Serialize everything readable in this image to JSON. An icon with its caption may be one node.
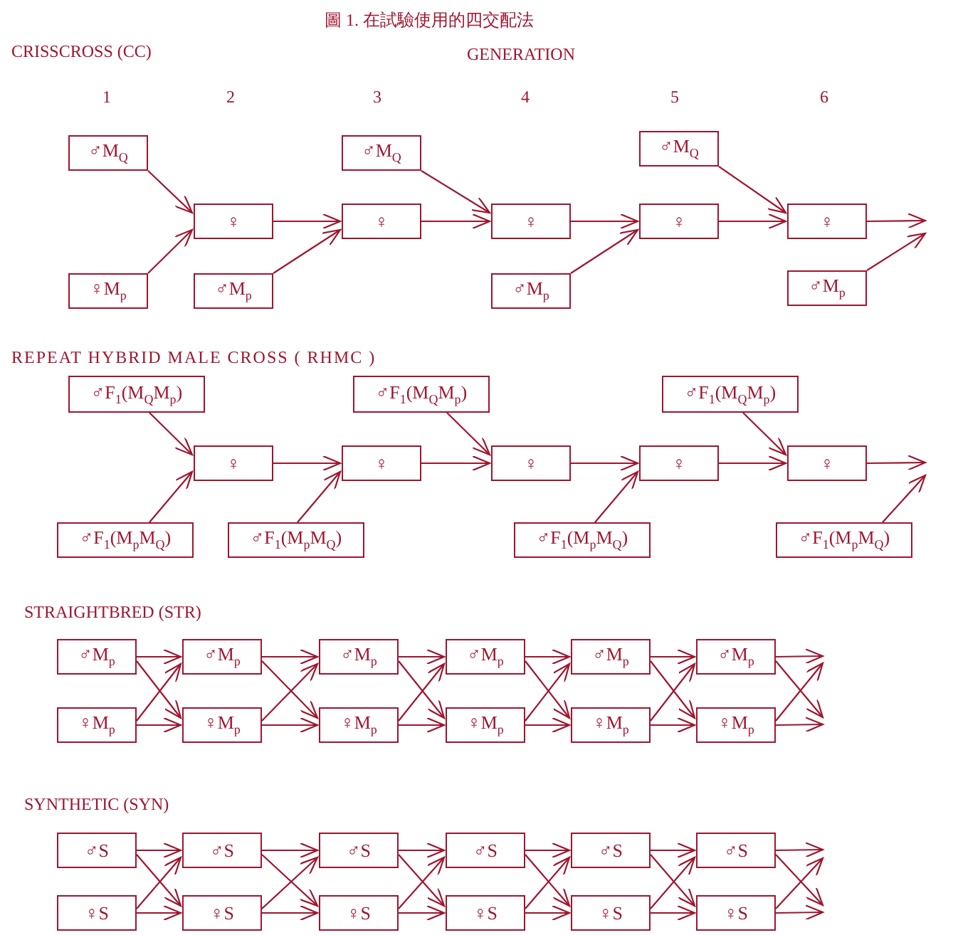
{
  "diagram": {
    "title": "圖 1. 在試驗使用的四交配法",
    "nodes": [
      {
        "text": [
          "♂M$_{Q}$"
        ]
      },
      {
        "text": [
          "♀M$_{p}$"
        ]
      },
      {
        "text": [
          "♀"
        ]
      },
      {
        "text": [
          "♂M$_{p}$"
        ]
      },
      {
        "text": [
          "♂M$_{Q}$"
        ]
      },
      {
        "text": [
          "♀"
        ]
      },
      {
        "text": [
          "♀"
        ]
      },
      {
        "text": [
          "♂M$_{p}$"
        ]
      },
      {
        "text": [
          "♂M$_{Q}$"
        ]
      },
      {
        "text": [
          "♀"
        ]
      },
      {
        "text": [
          "♀"
        ]
      },
      {
        "text": [
          "♂M$_{p}$"
        ]
      },
      {
        "text": [
          "♂F$_{1}$(M$_{Q}$M$_{p}$)"
        ]
      },
      {
        "text": [
          "♀"
        ]
      },
      {
        "text": [
          "♂F$_{1}$(M$_{p}$M$_{Q}$)"
        ]
      },
      {
        "text": [
          "♀"
        ]
      },
      {
        "text": [
          "♂F$_{1}$(M$_{p}$M$_{Q}$)"
        ]
      },
      {
        "text": [
          "♂F$_{1}$(M$_{Q}$M$_{p}$)"
        ]
      },
      {
        "text": [
          "♀"
        ]
      },
      {
        "text": [
          "♀"
        ]
      },
      {
        "text": [
          "♂F$_{1}$(M$_{p}$M$_{Q}$)"
        ]
      },
      {
        "text": [
          "♂F$_{1}$(M$_{Q}$M$_{p}$)"
        ]
      },
      {
        "text": [
          "♀"
        ]
      },
      {
        "text": [
          "♂F$_{1}$(M$_{p}$M$_{Q}$)"
        ]
      },
      {
        "text": [
          "♂M$_{p}$"
        ]
      },
      {
        "text": [
          "♀M$_{p}$"
        ]
      },
      {
        "text": [
          "♂M$_{p}$"
        ]
      },
      {
        "text": [
          "♀M$_{p}$"
        ]
      },
      {
        "text": [
          "♂M$_{p}$"
        ]
      },
      {
        "text": [
          "♀M$_{p}$"
        ]
      },
      {
        "text": [
          "♂M$_{p}$"
        ]
      },
      {
        "text": [
          "♀M$_{p}$"
        ]
      },
      {
        "text": [
          "♂M$_{p}$"
        ]
      },
      {
        "text": [
          "♀M$_{p}$"
        ]
      },
      {
        "text": [
          "♂M$_{p}$"
        ]
      },
      {
        "text": [
          "♀M$_{p}$"
        ]
      },
      {
        "text": [
          "♂S"
        ]
      },
      {
        "text": [
          "♀S"
        ]
      },
      {
        "text": [
          "♂S"
        ]
      },
      {
        "text": [
          "♀S"
        ]
      },
      {
        "text": [
          "♂S"
        ]
      },
      {
        "text": [
          "♀S"
        ]
      },
      {
        "text": [
          "♂S"
        ]
      },
      {
        "text": [
          "♀S"
        ]
      },
      {
        "text": [
          "♂S"
        ]
      },
      {
        "text": [
          "♀S"
        ]
      },
      {
        "text": [
          "♂S"
        ]
      },
      {
        "text": [
          "♀S"
        ]
      }
    ],
    "edges": [
      {
        "from": 0,
        "to": 2,
        "arrow": "to"
      },
      {
        "from": 1,
        "to": 2,
        "arrow": "to"
      },
      {
        "from": 2,
        "to": 5,
        "arrow": "to"
      },
      {
        "from": 3,
        "to": 5,
        "arrow": "to"
      },
      {
        "from": 4,
        "to": 6,
        "arrow": "to"
      },
      {
        "from": 5,
        "to": 6,
        "arrow": "to"
      },
      {
        "from": 6,
        "to": 9,
        "arrow": "to"
      },
      {
        "from": 7,
        "to": 9,
        "arrow": "to"
      },
      {
        "from": 8,
        "to": 10,
        "arrow": "to"
      },
      {
        "from": 9,
        "to": 10,
        "arrow": "to"
      },
      {
        "from": 10,
        "to": null,
        "arrow": "to"
      },
      {
        "from": 11,
        "to": null,
        "arrow": "to"
      },
      {
        "from": 12,
        "to": 13,
        "arrow": "to"
      },
      {
        "from": 14,
        "to": 13,
        "arrow": "to"
      },
      {
        "from": 13,
        "to": 15,
        "arrow": "to"
      },
      {
        "from": 16,
        "to": 15,
        "arrow": "to"
      },
      {
        "from": 15,
        "to": 18,
        "arrow": "to"
      },
      {
        "from": 17,
        "to": 18,
        "arrow": "to"
      },
      {
        "from": 18,
        "to": 19,
        "arrow": "to"
      },
      {
        "from": 20,
        "to": 19,
        "arrow": "to"
      },
      {
        "from": 19,
        "to": 22,
        "arrow": "to"
      },
      {
        "from": 21,
        "to": 22,
        "arrow": "to"
      },
      {
        "from": 22,
        "to": null,
        "arrow": "to"
      },
      {
        "from": 23,
        "to": null,
        "arrow": "to"
      },
      {
        "from": 24,
        "to": 26,
        "arrow": "to"
      },
      {
        "from": 24,
        "to": 27,
        "arrow": "to"
      },
      {
        "from": 25,
        "to": 26,
        "arrow": "to"
      },
      {
        "from": 25,
        "to": 27,
        "arrow": "to"
      },
      {
        "from": 26,
        "to": 28,
        "arrow": "to"
      },
      {
        "from": 26,
        "to": 29,
        "arrow": "to"
      },
      {
        "from": 27,
        "to": 28,
        "arrow": "to"
      },
      {
        "from": 27,
        "to": 29,
        "arrow": "to"
      },
      {
        "from": 28,
        "to": 30,
        "arrow": "to"
      },
      {
        "from": 28,
        "to": 31,
        "arrow": "to"
      },
      {
        "from": 29,
        "to": 30,
        "arrow": "to"
      },
      {
        "from": 29,
        "to": 31,
        "arrow": "to"
      },
      {
        "from": 30,
        "to": 32,
        "arrow": "to"
      },
      {
        "from": 30,
        "to": 33,
        "arrow": "to"
      },
      {
        "from": 31,
        "to": 32,
        "arrow": "to"
      },
      {
        "from": 31,
        "to": 33,
        "arrow": "to"
      },
      {
        "from": 32,
        "to": 34,
        "arrow": "to"
      },
      {
        "from": 32,
        "to": 35,
        "arrow": "to"
      },
      {
        "from": 33,
        "to": 34,
        "arrow": "to"
      },
      {
        "from": 33,
        "to": 35,
        "arrow": "to"
      },
      {
        "from": 34,
        "to": null,
        "arrow": "to"
      },
      {
        "from": 34,
        "to": null,
        "arrow": "to"
      },
      {
        "from": 35,
        "to": null,
        "arrow": "to"
      },
      {
        "from": 35,
        "to": null,
        "arrow": "to"
      },
      {
        "from": 36,
        "to": 38,
        "arrow": "to"
      },
      {
        "from": 36,
        "to": 39,
        "arrow": "to"
      },
      {
        "from": 37,
        "to": 38,
        "arrow": "to"
      },
      {
        "from": 37,
        "to": 39,
        "arrow": "to"
      },
      {
        "from": 38,
        "to": 40,
        "arrow": "to"
      },
      {
        "from": 38,
        "to": 41,
        "arrow": "to"
      },
      {
        "from": 39,
        "to": 40,
        "arrow": "to"
      },
      {
        "from": 39,
        "to": 41,
        "arrow": "to"
      },
      {
        "from": 40,
        "to": 42,
        "arrow": "to"
      },
      {
        "from": 40,
        "to": 43,
        "arrow": "to"
      },
      {
        "from": 41,
        "to": 42,
        "arrow": "to"
      },
      {
        "from": 41,
        "to": 43,
        "arrow": "to"
      },
      {
        "from": 42,
        "to": 44,
        "arrow": "to"
      },
      {
        "from": 42,
        "to": 45,
        "arrow": "to"
      },
      {
        "from": 43,
        "to": 44,
        "arrow": "to"
      },
      {
        "from": 43,
        "to": 45,
        "arrow": "to"
      },
      {
        "from": 44,
        "to": 46,
        "arrow": "to"
      },
      {
        "from": 44,
        "to": 47,
        "arrow": "to"
      },
      {
        "from": 45,
        "to": 46,
        "arrow": "to"
      },
      {
        "from": 45,
        "to": 47,
        "arrow": "to"
      },
      {
        "from": 46,
        "to": null,
        "arrow": "to"
      },
      {
        "from": 46,
        "to": null,
        "arrow": "to"
      },
      {
        "from": 47,
        "to": null,
        "arrow": "to"
      },
      {
        "from": 47,
        "to": null,
        "arrow": "to"
      }
    ],
    "labels": [
      "CRISSCROSS (CC)",
      "GENERATION",
      "1",
      "2",
      "3",
      "4",
      "5",
      "6",
      "REPEAT HYBRID MALE CROSS ( RHMC )",
      "STRAIGHTBRED (STR)",
      "SYNTHETIC (SYN)"
    ]
  }
}
